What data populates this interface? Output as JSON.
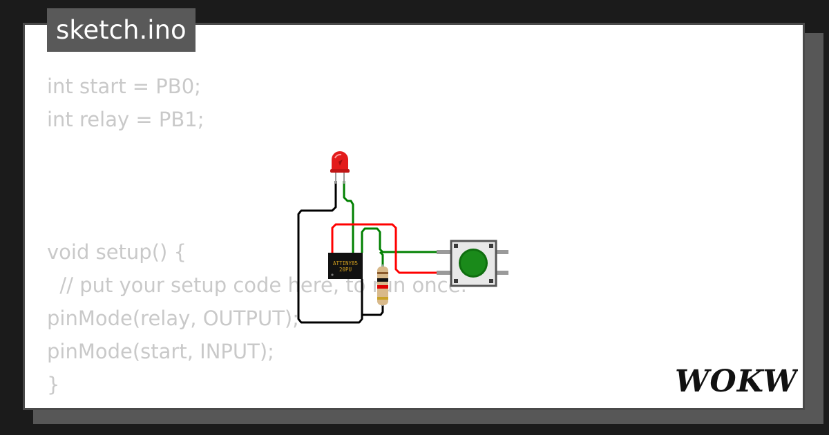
{
  "file_tab": {
    "label": "sketch.ino"
  },
  "code_lines": [
    "int start = PB0;",
    "int relay = PB1;",
    "",
    "",
    "",
    "void setup() {",
    "  // put your setup code here, to run once:",
    "pinMode(relay, OUTPUT);",
    "pinMode(start, INPUT);",
    "}"
  ],
  "chip": {
    "line1": "ATTINY85",
    "line2": "20PU"
  },
  "brand": {
    "logo_text": "WOKWi"
  },
  "colors": {
    "wire_red": "#ff0000",
    "wire_green": "#008000",
    "wire_black": "#000000",
    "led": "#e31b1b",
    "button_cap": "#1a8a1a",
    "chip_text": "#d4a11f"
  }
}
